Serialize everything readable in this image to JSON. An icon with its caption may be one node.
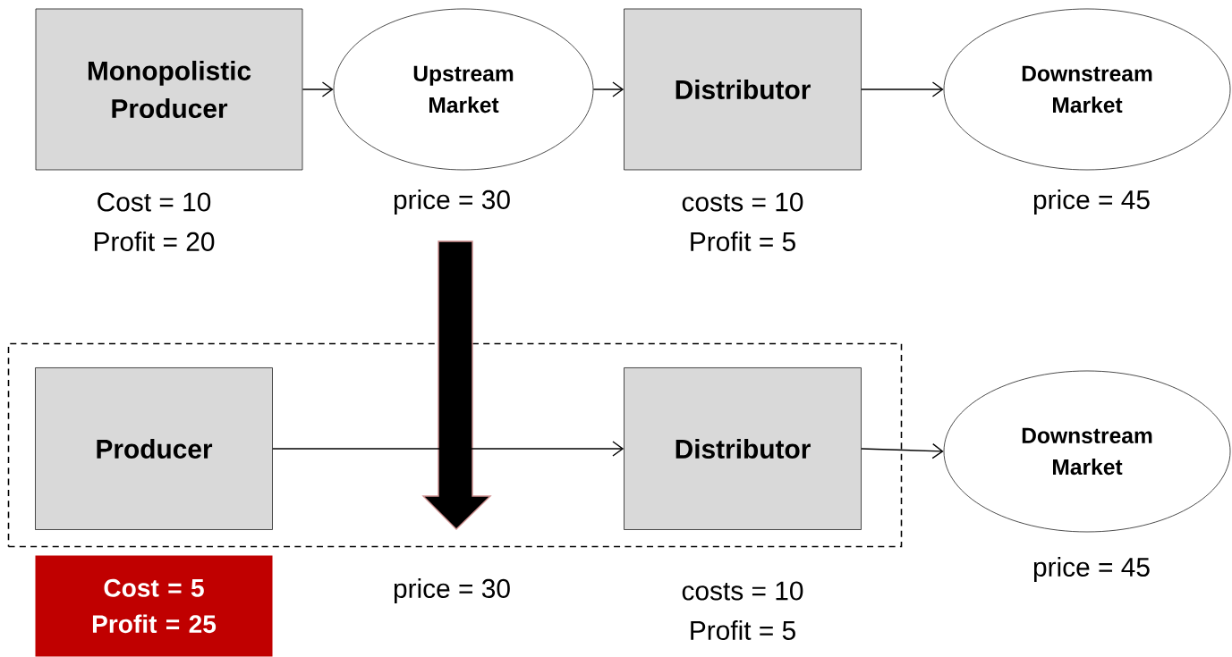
{
  "diagram": {
    "nodes": [
      {
        "text": [
          "Monopolistic Producer"
        ],
        "beside": [
          "Cost = 10",
          "Profit = 20"
        ]
      },
      {
        "text": [
          "Upstream Market"
        ],
        "beside": [
          "price = 30"
        ]
      },
      {
        "text": [
          "Distributor"
        ],
        "beside": [
          "costs = 10",
          "Profit = 5"
        ]
      },
      {
        "text": [
          "Downstream Market"
        ],
        "beside": [
          "price = 45"
        ]
      },
      {
        "text": [],
        "shape": "box"
      },
      {
        "text": [
          "Producer"
        ],
        "in": 4
      },
      {
        "text": [
          "Distributor"
        ],
        "in": 4,
        "beside": [
          "costs = 10",
          "Profit = 5"
        ]
      },
      {
        "text": [
          "Downstream Market"
        ],
        "beside": [
          "price = 45"
        ]
      },
      {
        "text": [
          "Cost = 5",
          "Profit = 25"
        ]
      }
    ],
    "edges": [
      {
        "from": 0,
        "to": 1,
        "arrow": "to"
      },
      {
        "from": 1,
        "to": 2,
        "arrow": "to"
      },
      {
        "from": 2,
        "to": 3,
        "arrow": "to"
      },
      {
        "from": 5,
        "to": 6,
        "arrow": "to"
      },
      {
        "from": 6,
        "to": 7,
        "arrow": "to"
      }
    ],
    "labels": [
      "price = 30"
    ]
  }
}
